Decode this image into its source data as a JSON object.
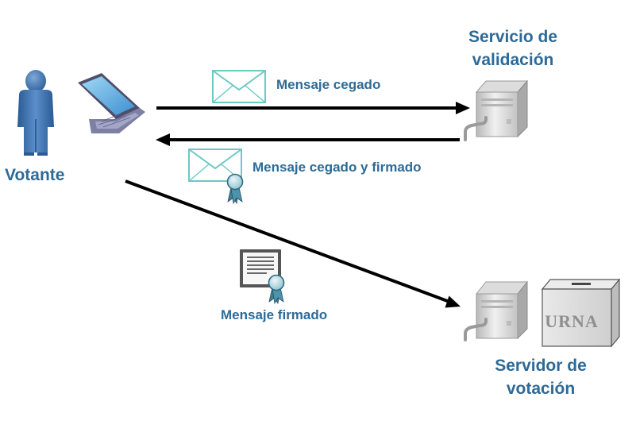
{
  "nodes": {
    "voter": {
      "label": "Votante"
    },
    "validation_service": {
      "line1": "Servicio de",
      "line2": "validación"
    },
    "voting_server": {
      "line1": "Servidor de",
      "line2": "votación",
      "ballot_box_label": "URNA"
    }
  },
  "messages": {
    "blinded": "Mensaje cegado",
    "blinded_signed": "Mensaje cegado y firmado",
    "signed": "Mensaje firmado"
  },
  "colors": {
    "label_blue": "#2d6a97",
    "arrow": "#000000",
    "envelope": "#6cc9c4",
    "person_blue": "#3a6ea8"
  },
  "icons": {
    "voter": "person-icon",
    "device": "laptop-icon",
    "servers": "server-tower-icon",
    "ballot_box": "ballot-box-icon",
    "envelopes": "envelope-icon",
    "document": "certificate-document-icon",
    "seal": "ribbon-seal-icon"
  }
}
